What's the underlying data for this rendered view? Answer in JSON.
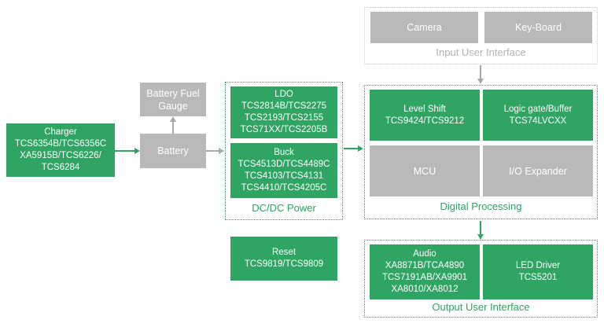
{
  "colors": {
    "accent_green": "#2FA463",
    "block_gray": "#B9B9B9",
    "arrow_gray": "#A8A8A8",
    "dotted_gray_border": "#C9C9C9",
    "gray_label_text": "#B2B2B2",
    "block_text": "#FFFFFF"
  },
  "blocks": {
    "charger": {
      "name": "Charger",
      "parts": [
        "TCS6354B/TCS6356C",
        "XA5915B/TCS6226/",
        "TCS6284"
      ]
    },
    "battery_fuel_gauge": {
      "name": "Battery Fuel Gauge"
    },
    "battery": {
      "name": "Battery"
    },
    "ldo": {
      "name": "LDO",
      "parts": [
        "TCS2814B/TCS2275",
        "TCS2193/TCS2155",
        "TCS71XX/TCS2205B"
      ]
    },
    "buck": {
      "name": "Buck",
      "parts": [
        "TCS4513D/TCS4489C",
        "TCS4103/TCS4131",
        "TCS4410/TCS4205C"
      ]
    },
    "reset": {
      "name": "Reset",
      "parts": [
        "TCS9819/TCS9809"
      ]
    },
    "camera": {
      "name": "Camera"
    },
    "keyboard": {
      "name": "Key-Board"
    },
    "level_shift": {
      "name": "Level Shift",
      "parts": [
        "TCS9424/TCS9212"
      ]
    },
    "logic_gate": {
      "name": "Logic gate/Buffer",
      "parts": [
        "TCS74LVCXX"
      ]
    },
    "mcu": {
      "name": "MCU"
    },
    "io_expander": {
      "name": "I/O Expander"
    },
    "audio": {
      "name": "Audio",
      "parts": [
        "XA8871B/TCA4890",
        "TCS7191AB/XA9901",
        "XA8010/XA8012"
      ]
    },
    "led_driver": {
      "name": "LED Driver",
      "parts": [
        "TCS5201"
      ]
    }
  },
  "sections": {
    "input_ui": {
      "label": "Input User Interface"
    },
    "dcdc": {
      "label": "DC/DC Power"
    },
    "digital": {
      "label": "Digital Processing"
    },
    "output_ui": {
      "label": "Output User Interface"
    }
  },
  "connections": [
    {
      "from": "charger",
      "to": "battery",
      "color": "green"
    },
    {
      "from": "battery",
      "to": "battery_fuel_gauge",
      "color": "gray"
    },
    {
      "from": "battery",
      "to": "dcdc_power",
      "color": "gray"
    },
    {
      "from": "dcdc_power",
      "to": "digital_processing",
      "color": "green"
    },
    {
      "from": "input_user_interface",
      "to": "digital_processing",
      "color": "gray"
    },
    {
      "from": "digital_processing",
      "to": "output_user_interface",
      "color": "green"
    }
  ]
}
